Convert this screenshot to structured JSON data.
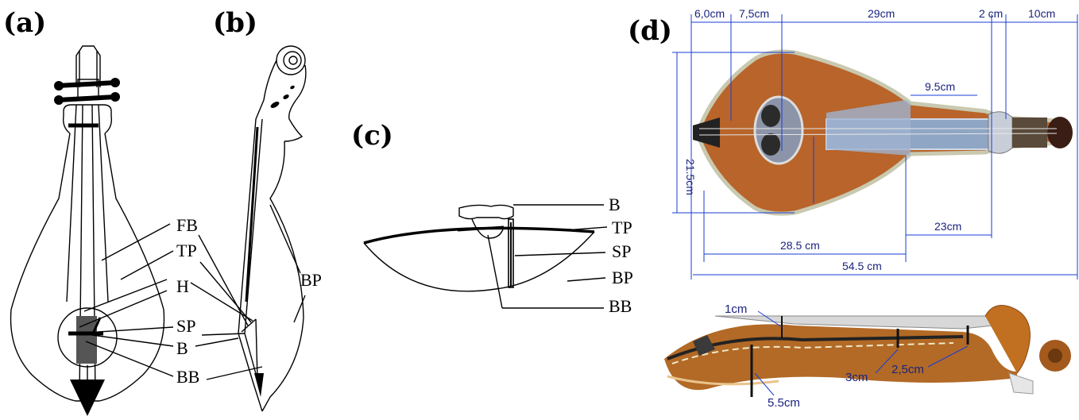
{
  "panels": {
    "a": {
      "label": "(a)",
      "parts": [
        "FB",
        "TP",
        "H",
        "SP",
        "B",
        "BB"
      ]
    },
    "b": {
      "label": "(b)",
      "parts": [
        "BP"
      ]
    },
    "c": {
      "label": "(c)",
      "parts": [
        "B",
        "TP",
        "SP",
        "BP",
        "BB"
      ]
    },
    "d": {
      "label": "(d)",
      "top_dims": [
        "6,0cm",
        "7,5cm",
        "29cm",
        "2 cm",
        "10cm"
      ],
      "width_dim": "21.5cm",
      "inner_dims": [
        "9.5cm",
        "23cm",
        "28.5 cm",
        "54.5 cm"
      ],
      "side_dims": [
        "1cm",
        "3cm",
        "2,5cm",
        "5.5cm"
      ]
    }
  },
  "colors": {
    "ink": "#000000",
    "dimension_text": "#1a237e",
    "dimension_line": "#1a3dd6",
    "wood": "#b8642a",
    "pearl": "#8fa6c4"
  }
}
